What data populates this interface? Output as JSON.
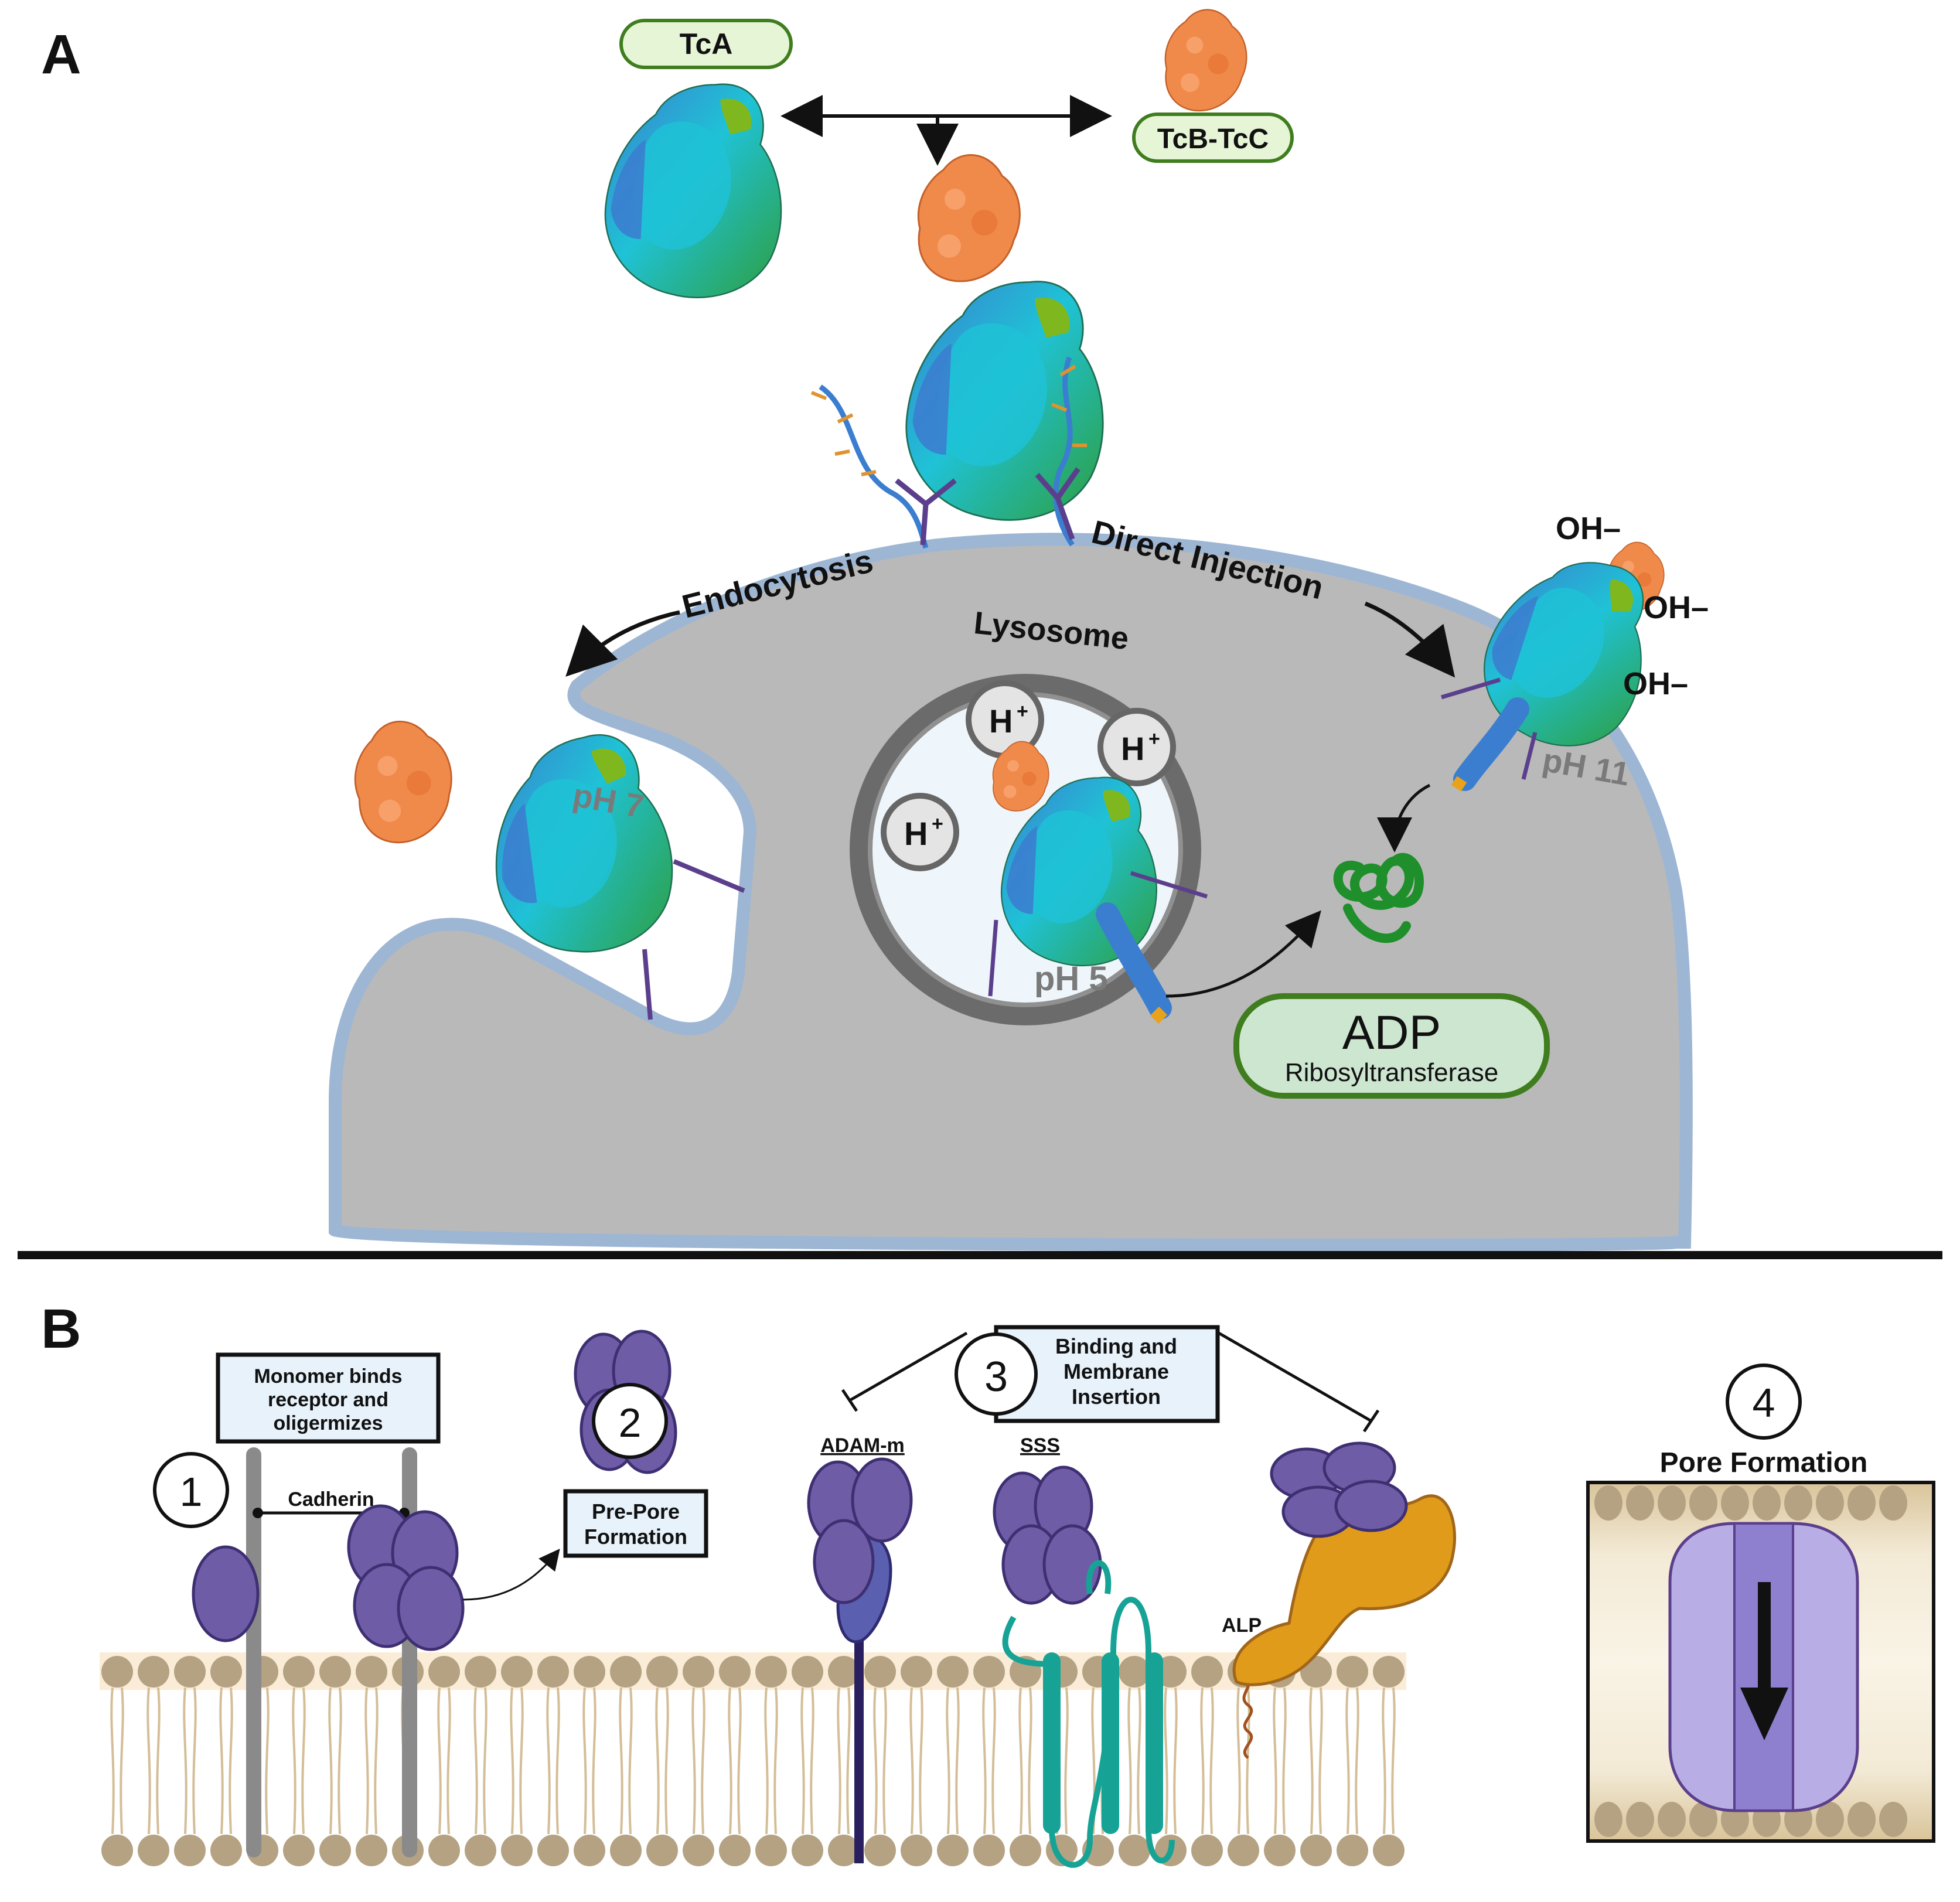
{
  "panel_a": {
    "letter": "A",
    "tca_label": "TcA",
    "tcbc_label": "TcB-TcC",
    "endocytosis": "Endocytosis",
    "direct_injection": "Direct Injection",
    "lysosome": "Lysosome",
    "proton": "H",
    "proton_sup": "+",
    "hydroxide": "OH–",
    "ph7": "pH 7",
    "ph5": "pH 5",
    "ph11": "pH 11",
    "adp_title": "ADP",
    "adp_sub": "Ribosyltransferase"
  },
  "panel_b": {
    "letter": "B",
    "step1_num": "1",
    "step1_box": [
      "Monomer binds",
      "receptor and",
      "oligermizes"
    ],
    "cadherin": "Cadherin",
    "step2_num": "2",
    "step2_box": [
      "Pre-Pore",
      "Formation"
    ],
    "step3_num": "3",
    "step3_box": [
      "Binding and",
      "Membrane",
      "Insertion"
    ],
    "adam_label": "ADAM-m",
    "sss_label": "SSS",
    "alp_label": "ALP",
    "step4_num": "4",
    "step4_title": "Pore Formation"
  },
  "colors": {
    "cell": "#b9b9b9",
    "cell_outline": "#9db6d4",
    "tc_orange": "#f08a4b",
    "tc_green": "#2e9e3e",
    "tc_cyan": "#1fc2d6",
    "tc_blue": "#3b7ecf",
    "toxin_purple": "#6f5ca6",
    "lipid_head": "#b5a283",
    "alp_gold": "#e09b1a",
    "sss_teal": "#16a396",
    "label_green_fill": "#e6f5d6",
    "adp_fill": "#cde6d0",
    "adp_border": "#3f7d1e"
  }
}
